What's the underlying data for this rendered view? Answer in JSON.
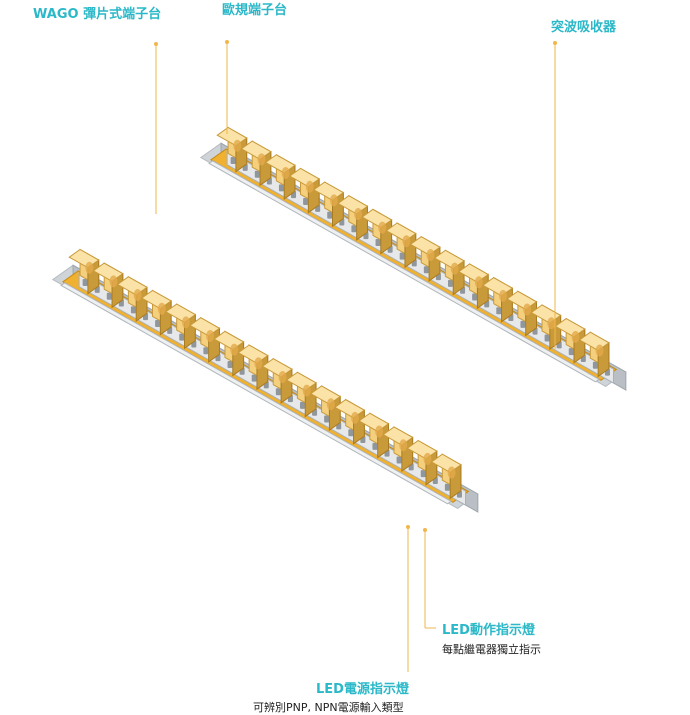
{
  "labels": {
    "wago": "WAGO 彈片式端子台",
    "euro": "歐規端子台",
    "surge": "突波吸收器",
    "led_action": "LED動作指示燈",
    "led_action_sub": "每點繼電器獨立指示",
    "led_power": "LED電源指示燈",
    "led_power_sub": "可辨別PNP, NPN電源輸入類型"
  },
  "colors": {
    "accent": "#2bb8c8",
    "leader": "#f2b64a",
    "relay": "#f3cf7e",
    "relay_dark": "#c99a3a",
    "pcb": "#f0b030",
    "rail": "#cfd4d8",
    "terminal": "#e6e8ea"
  },
  "boards": {
    "upper_relay_count": 16,
    "lower_relay_count": 16
  }
}
